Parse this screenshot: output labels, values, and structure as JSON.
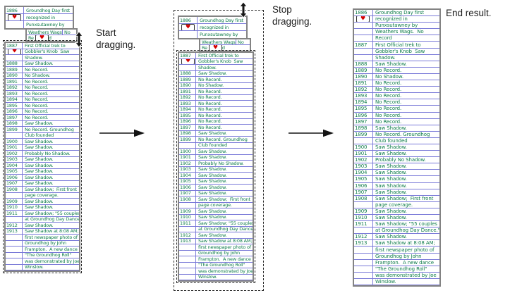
{
  "colors": {
    "grid_blue": "#7a7ad8",
    "text_green": "#0f7c4b",
    "frame_gray": "#838383",
    "heart_red": "#d40000"
  },
  "icons": {
    "heart": "♥"
  },
  "captions": {
    "start_line1": "Start",
    "start_line2": "dragging.",
    "stop_line1": "Stop",
    "stop_line2": "dragging.",
    "end": "End result."
  },
  "floating_record": {
    "year": "1886",
    "box_a_lines": [
      "Groundhog Day first",
      "recognized in",
      "Punxsutawney by"
    ],
    "box_b": {
      "row1_left": "Weathers Wags.",
      "row1_right": "No",
      "row2_left": "Re",
      "row2_right": "d"
    }
  },
  "config": {
    "heart_drag_year": "1887",
    "heart_end_year": "1886",
    "drag_list_first_record_index": 1
  },
  "records": [
    {
      "year": "1886",
      "lines": [
        "Groundhog Day first",
        "recognized in",
        "Punxsutawney by",
        "Weathers Wags.  No",
        "Record"
      ]
    },
    {
      "year": "1887",
      "lines": [
        "First Official trek to",
        "Gobbler's Knob  Saw",
        "Shadow."
      ]
    },
    {
      "year": "1888",
      "lines": [
        "Saw Shadow."
      ]
    },
    {
      "year": "1889",
      "lines": [
        "No Record."
      ]
    },
    {
      "year": "1890",
      "lines": [
        "No Shadow."
      ]
    },
    {
      "year": "1891",
      "lines": [
        "No Record."
      ]
    },
    {
      "year": "1892",
      "lines": [
        "No Record."
      ]
    },
    {
      "year": "1893",
      "lines": [
        "No Record."
      ]
    },
    {
      "year": "1894",
      "lines": [
        "No Record."
      ]
    },
    {
      "year": "1895",
      "lines": [
        "No Record."
      ]
    },
    {
      "year": "1896",
      "lines": [
        "No Record."
      ]
    },
    {
      "year": "1897",
      "lines": [
        "No Record."
      ]
    },
    {
      "year": "1898",
      "lines": [
        "Saw Shadow."
      ]
    },
    {
      "year": "1899",
      "lines": [
        "No Record. Groundhog",
        "Club founded"
      ]
    },
    {
      "year": "1900",
      "lines": [
        "Saw Shadow."
      ]
    },
    {
      "year": "1901",
      "lines": [
        "Saw Shadow."
      ]
    },
    {
      "year": "1902",
      "lines": [
        "Probably No Shadow."
      ]
    },
    {
      "year": "1903",
      "lines": [
        "Saw Shadow."
      ]
    },
    {
      "year": "1904",
      "lines": [
        "Saw Shadow."
      ]
    },
    {
      "year": "1905",
      "lines": [
        "Saw Shadow."
      ]
    },
    {
      "year": "1906",
      "lines": [
        "Saw Shadow."
      ]
    },
    {
      "year": "1907",
      "lines": [
        "Saw Shadow."
      ]
    },
    {
      "year": "1908",
      "lines": [
        "Saw Shadow;  First front",
        "page coverage."
      ]
    },
    {
      "year": "1909",
      "lines": [
        "Saw Shadow."
      ]
    },
    {
      "year": "1910",
      "lines": [
        "Saw Shadow."
      ]
    },
    {
      "year": "1911",
      "lines": [
        "Saw Shadow; \"55 couples",
        "at Groundhog Day Dance.\""
      ]
    },
    {
      "year": "1912",
      "lines": [
        "Saw Shadow."
      ]
    },
    {
      "year": "1913",
      "lines": [
        "Saw Shadow at 8:08 AM;",
        "first newspaper photo of",
        "Groundhog by John",
        "Frampton.  A new dance",
        "\"The Groundhog Roll\"",
        "was demonstrated by Joe",
        "Winslow."
      ]
    }
  ]
}
